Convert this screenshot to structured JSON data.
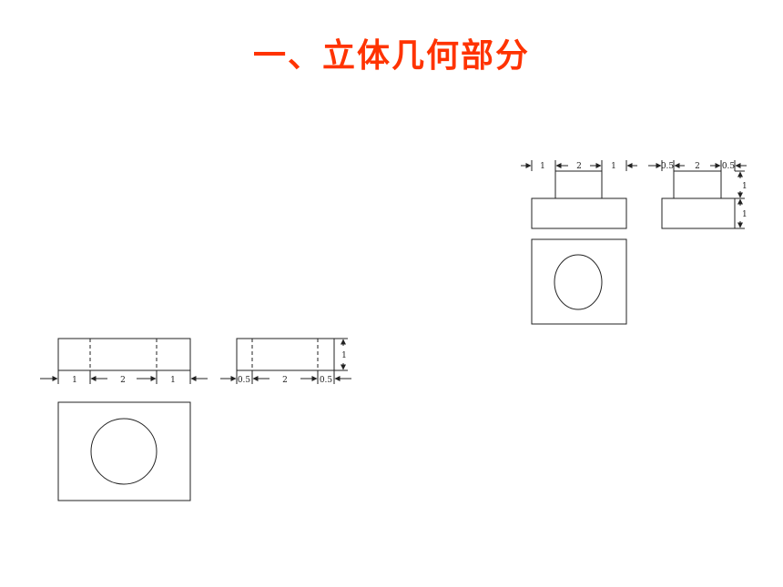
{
  "title": "一、立体几何部分",
  "colors": {
    "title": "#ff3300",
    "line": "#222222"
  },
  "figure_left": {
    "front_dims": [
      "1",
      "2",
      "1"
    ],
    "side_dims": [
      "0.5",
      "2",
      "0.5"
    ],
    "height_dim": "1"
  },
  "figure_right": {
    "front_dims": [
      "1",
      "2",
      "1"
    ],
    "side_dims": [
      "0.5",
      "2",
      "0.5"
    ],
    "height_dims": [
      "1",
      "1"
    ]
  }
}
